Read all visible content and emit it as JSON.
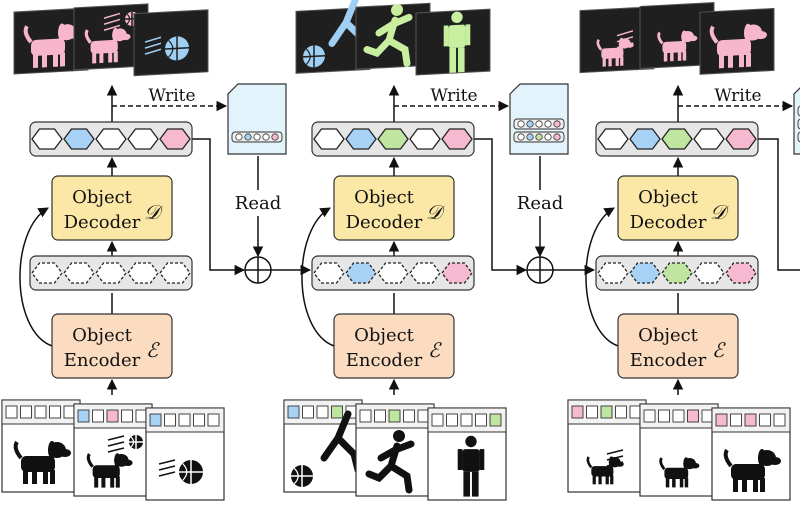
{
  "stages": [
    {
      "decoder_label": [
        "Object",
        "Decoder"
      ],
      "decoder_symbol": "𝒟",
      "encoder_label": [
        "Object",
        "Encoder"
      ],
      "encoder_symbol": "ℰ",
      "write_label": "Write",
      "read_label": "Read",
      "top_slot_colors": [
        "#ffffff",
        "#a8d2f5",
        "#ffffff",
        "#ffffff",
        "#f6b9cf"
      ],
      "mid_slot_colors": [
        "#ffffff",
        "#ffffff",
        "#ffffff",
        "#ffffff",
        "#ffffff"
      ],
      "frame_contents": [
        "dog",
        "dog-ball",
        "ball"
      ],
      "frame_tokens": [
        [
          "#ffffff",
          "#ffffff",
          "#ffffff",
          "#ffffff",
          "#ffffff"
        ],
        [
          "#a8d2f5",
          "#ffffff",
          "#f6b9cf",
          "#ffffff",
          "#ffffff"
        ],
        [
          "#a8d2f5",
          "#ffffff",
          "#ffffff",
          "#ffffff",
          "#ffffff"
        ]
      ],
      "memory_rows": 1
    },
    {
      "decoder_label": [
        "Object",
        "Decoder"
      ],
      "decoder_symbol": "𝒟",
      "encoder_label": [
        "Object",
        "Encoder"
      ],
      "encoder_symbol": "ℰ",
      "write_label": "Write",
      "read_label": "Read",
      "top_slot_colors": [
        "#ffffff",
        "#a8d2f5",
        "#bfe5a0",
        "#ffffff",
        "#f6b9cf"
      ],
      "mid_slot_colors": [
        "#ffffff",
        "#a8d2f5",
        "#ffffff",
        "#ffffff",
        "#f6b9cf"
      ],
      "frame_contents": [
        "ball-kick",
        "runner",
        "person"
      ],
      "frame_tokens": [
        [
          "#a8d2f5",
          "#ffffff",
          "#ffffff",
          "#bfe5a0",
          "#ffffff"
        ],
        [
          "#ffffff",
          "#ffffff",
          "#bfe5a0",
          "#ffffff",
          "#ffffff"
        ],
        [
          "#ffffff",
          "#ffffff",
          "#ffffff",
          "#ffffff",
          "#bfe5a0"
        ]
      ],
      "memory_rows": 2
    },
    {
      "decoder_label": [
        "Object",
        "Decoder"
      ],
      "decoder_symbol": "𝒟",
      "encoder_label": [
        "Object",
        "Encoder"
      ],
      "encoder_symbol": "ℰ",
      "write_label": "Write",
      "read_label": "",
      "top_slot_colors": [
        "#ffffff",
        "#a8d2f5",
        "#bfe5a0",
        "#ffffff",
        "#f6b9cf"
      ],
      "mid_slot_colors": [
        "#ffffff",
        "#a8d2f5",
        "#bfe5a0",
        "#ffffff",
        "#f6b9cf"
      ],
      "frame_contents": [
        "dog-small",
        "dog-puppy",
        "dog"
      ],
      "frame_tokens": [
        [
          "#f6b9cf",
          "#ffffff",
          "#bfe5a0",
          "#ffffff",
          "#ffffff"
        ],
        [
          "#ffffff",
          "#ffffff",
          "#ffffff",
          "#f6b9cf",
          "#ffffff"
        ],
        [
          "#f6b9cf",
          "#ffffff",
          "#f6b9cf",
          "#ffffff",
          "#ffffff"
        ]
      ],
      "memory_rows": 3
    }
  ],
  "colors": {
    "decoder_fill": "#fbe7a6",
    "encoder_fill": "#fbdcc0",
    "slot_bar_fill": "#e6e6e6",
    "frame_dark": "#1f1f1f",
    "mask_pink": "#f7b6cc",
    "mask_blue": "#9fcff2",
    "mask_green": "#c8eea0",
    "memory_fill": "#e3f3fb"
  }
}
